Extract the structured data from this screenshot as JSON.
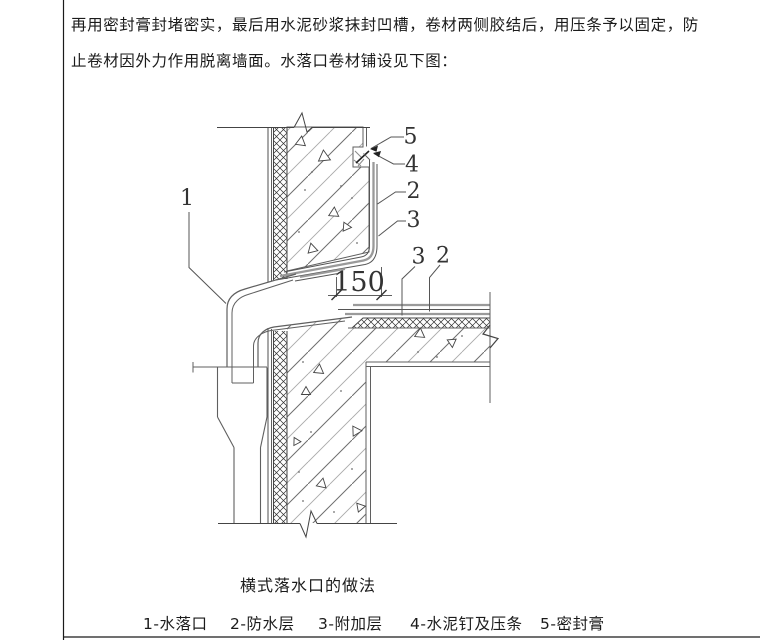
{
  "document": {
    "paragraph": {
      "line1": "再用密封膏封堵密实，最后用水泥砂浆抹封凹槽，卷材两侧胶结后，用压条予以固定，防",
      "line2": "止卷材因外力作用脱离墙面。水落口卷材铺设见下图："
    },
    "figure": {
      "caption": "横式落水口的做法",
      "legend_items": [
        {
          "label": "1-水落口"
        },
        {
          "label": "2-防水层"
        },
        {
          "label": "3-附加层"
        },
        {
          "label": "4-水泥钉及压条"
        },
        {
          "label": "5-密封膏"
        }
      ],
      "dimension_label": "150",
      "callouts": {
        "drain_outlet": "1",
        "waterproof_layer": "2",
        "additional_layer": "3",
        "nail_and_batten": "4",
        "sealant": "5"
      }
    },
    "colors": {
      "line_gray": "#5f5f5f",
      "membrane_gray": "#9a9a9a",
      "text": "#1b1b1b"
    }
  }
}
